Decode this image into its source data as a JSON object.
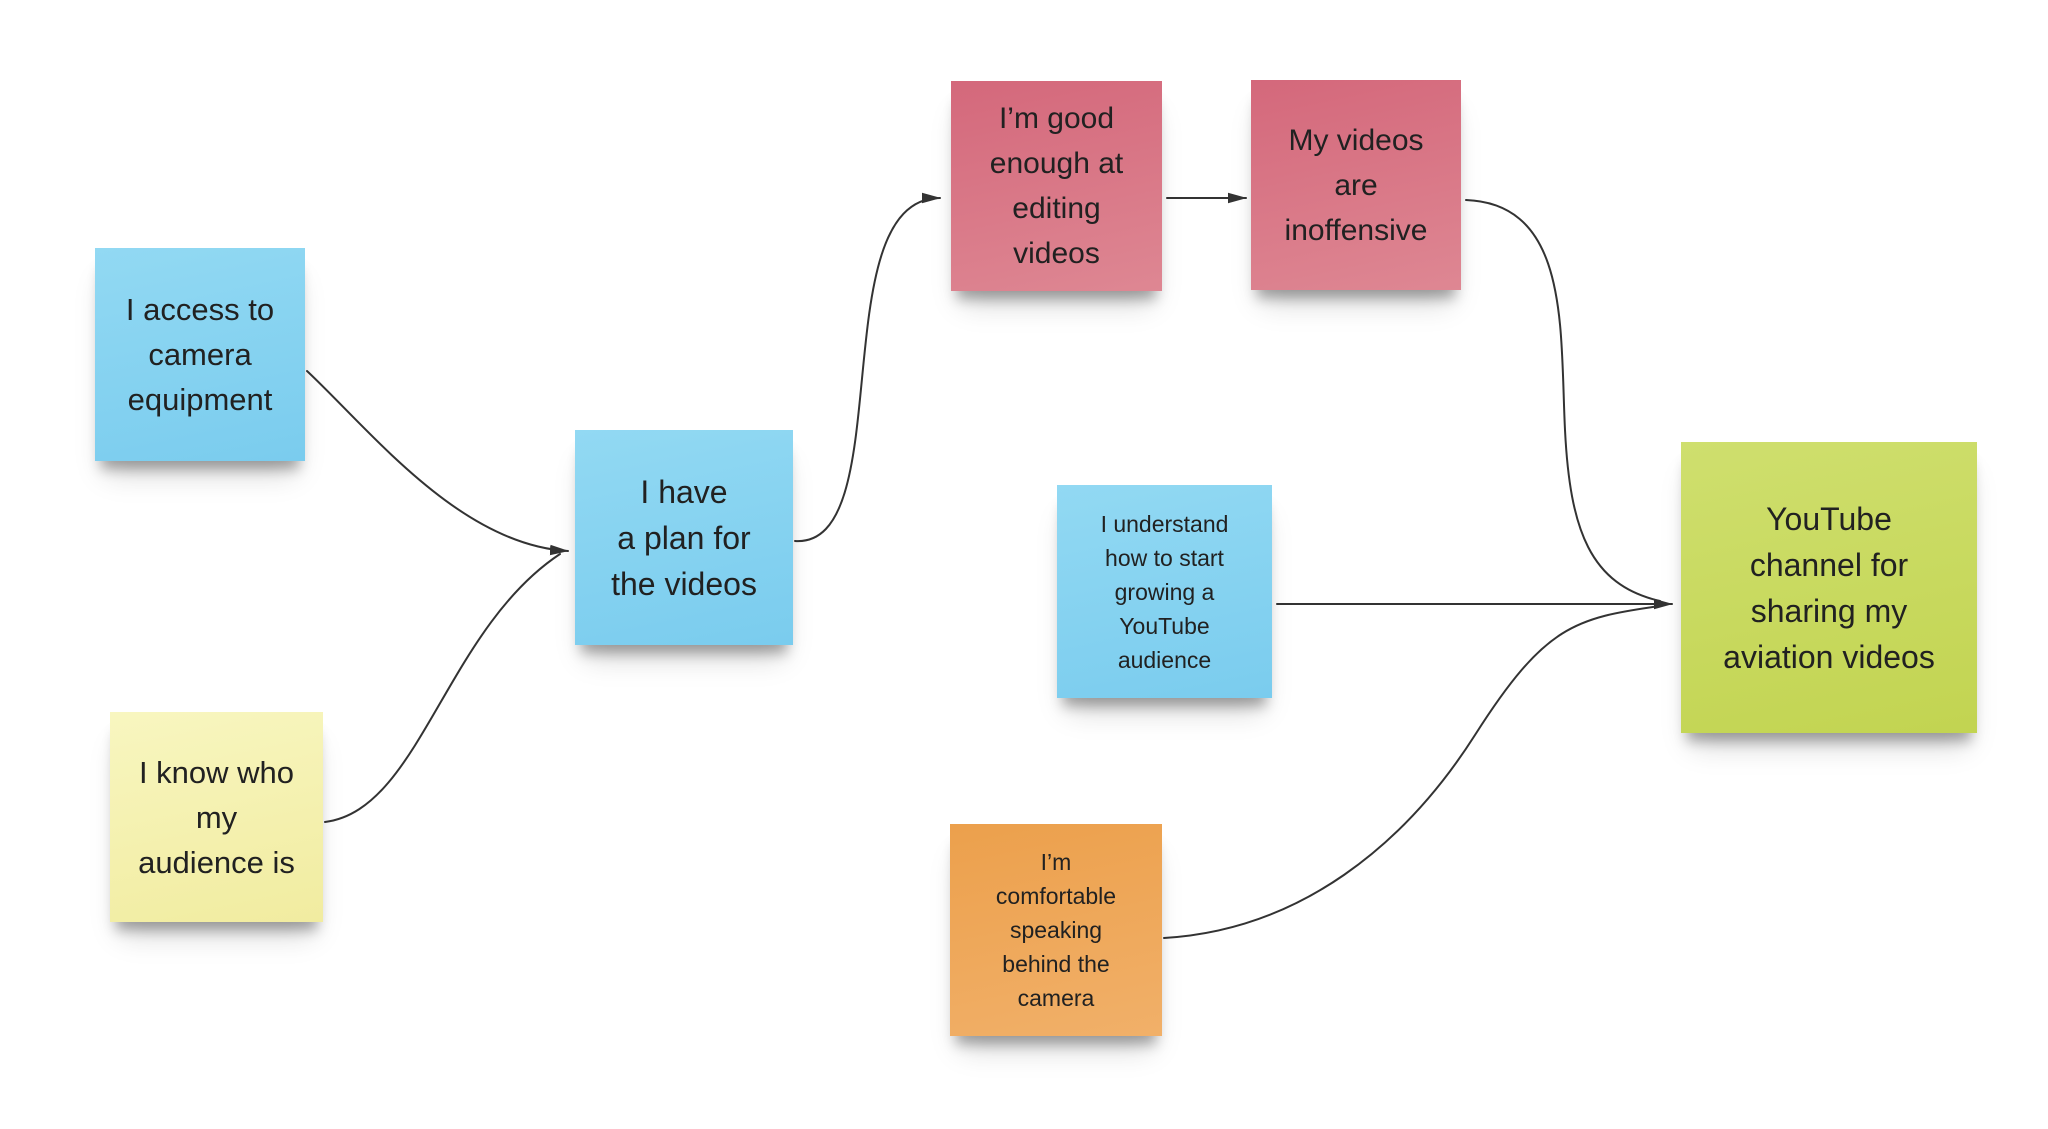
{
  "canvas": {
    "background": "#ffffff",
    "arrow_color": "#333333",
    "text_color": "#212121"
  },
  "notes": [
    {
      "id": "camera-equipment",
      "color_name": "blue",
      "fill_top": "#92d9f3",
      "fill_bottom": "#7accee",
      "text": "I access to\ncamera\nequipment"
    },
    {
      "id": "know-audience",
      "color_name": "yellow",
      "fill_top": "#f8f6c0",
      "fill_bottom": "#f1eca0",
      "text": "I know who\nmy\naudience is"
    },
    {
      "id": "video-plan",
      "color_name": "blue",
      "fill_top": "#92d9f3",
      "fill_bottom": "#7accee",
      "text": "I have\na plan for\nthe videos"
    },
    {
      "id": "editing-skills",
      "color_name": "red",
      "fill_top": "#d4687b",
      "fill_bottom": "#de8793",
      "text": "I’m good\nenough at\nediting\nvideos"
    },
    {
      "id": "inoffensive",
      "color_name": "red",
      "fill_top": "#d4687b",
      "fill_bottom": "#de8793",
      "text": "My videos\nare\ninoffensive"
    },
    {
      "id": "youtube-growth",
      "color_name": "blue",
      "fill_top": "#92d9f3",
      "fill_bottom": "#7accee",
      "text": "I understand\nhow to start\ngrowing a\nYouTube\naudience"
    },
    {
      "id": "camera-speaking",
      "color_name": "orange",
      "fill_top": "#eca04c",
      "fill_bottom": "#f1b069",
      "text": "I’m\ncomfortable\nspeaking\nbehind the\ncamera"
    },
    {
      "id": "goal-channel",
      "color_name": "green",
      "fill_top": "#cfdf6e",
      "fill_bottom": "#c2d451",
      "text": "YouTube\nchannel for\nsharing my\naviation videos"
    }
  ],
  "edges": [
    {
      "from": "camera-equipment",
      "to": "video-plan"
    },
    {
      "from": "know-audience",
      "to": "video-plan"
    },
    {
      "from": "video-plan",
      "to": "editing-skills"
    },
    {
      "from": "editing-skills",
      "to": "inoffensive"
    },
    {
      "from": "inoffensive",
      "to": "goal-channel"
    },
    {
      "from": "youtube-growth",
      "to": "goal-channel"
    },
    {
      "from": "camera-speaking",
      "to": "goal-channel"
    }
  ]
}
